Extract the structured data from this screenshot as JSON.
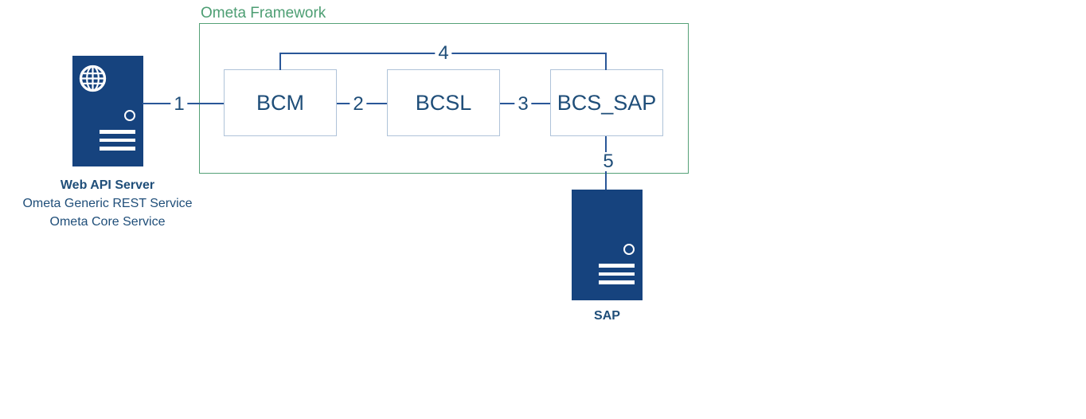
{
  "framework": {
    "title": "Ometa Framework"
  },
  "nodes": {
    "bcm": {
      "label": "BCM"
    },
    "bcsl": {
      "label": "BCSL"
    },
    "bcs_sap": {
      "label": "BCS_SAP"
    }
  },
  "connections": {
    "c1": {
      "label": "1",
      "from": "Web API Server",
      "to": "BCM"
    },
    "c2": {
      "label": "2",
      "from": "BCM",
      "to": "BCSL"
    },
    "c3": {
      "label": "3",
      "from": "BCSL",
      "to": "BCS_SAP"
    },
    "c4": {
      "label": "4",
      "from": "BCM",
      "to": "BCS_SAP"
    },
    "c5": {
      "label": "5",
      "from": "BCS_SAP",
      "to": "SAP"
    }
  },
  "web_api_server": {
    "name": "Web API Server",
    "services": [
      "Ometa Generic REST Service",
      "Ometa Core Service"
    ]
  },
  "sap_server": {
    "name": "SAP"
  },
  "icons": {
    "web_server": "server with globe",
    "sap_server": "server",
    "globe": "globe-icon",
    "led": "status-led-icon",
    "vents": "server-vents-icon"
  },
  "colors": {
    "background": "#FFFFFF",
    "server_fill": "#16437E",
    "connector_blue": "#2A5798",
    "text_blue": "#1F4E79",
    "node_border": "#AFC3D9",
    "framework_green": "#55A177"
  }
}
